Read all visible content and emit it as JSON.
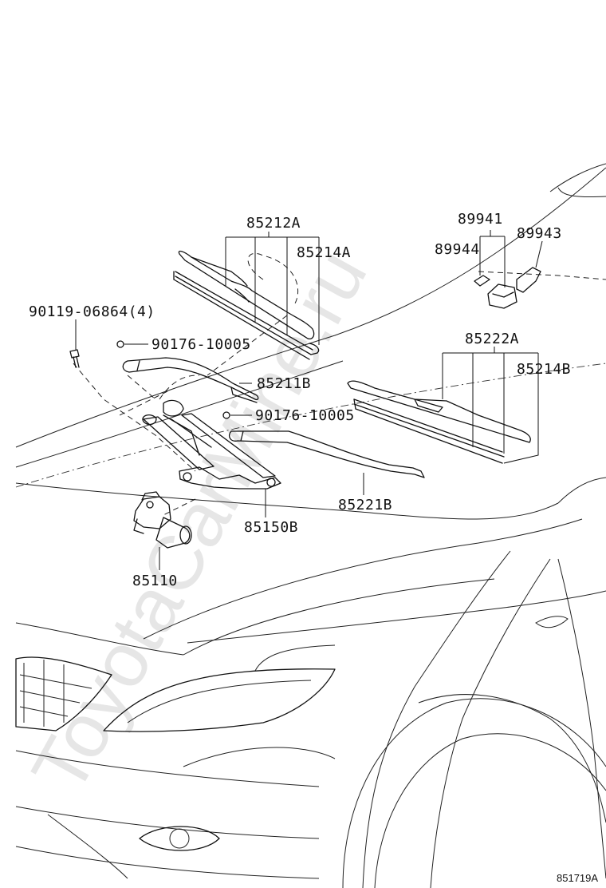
{
  "watermark": "ToyotaCarMine.ru",
  "diagram_id": "851719A",
  "callouts": {
    "c85212A": "85212A",
    "c85214A": "85214A",
    "c89941": "89941",
    "c89943": "89943",
    "c89944": "89944",
    "c90119": "90119-06864(4)",
    "c90176a": "90176-10005",
    "c85222A": "85222A",
    "c85214B": "85214B",
    "c85211B": "85211B",
    "c90176b": "90176-10005",
    "c85221B": "85221B",
    "c85150B": "85150B",
    "c85110": "85110"
  },
  "parts": {
    "blade_left": "wiper-blade-left",
    "blade_right": "wiper-blade-right",
    "arm_left": "wiper-arm-left",
    "arm_right": "wiper-arm-right",
    "link": "wiper-link-assembly",
    "motor": "wiper-motor",
    "bolt": "bolt",
    "nut": "nut",
    "washer_nozzle": "washer-nozzle"
  }
}
